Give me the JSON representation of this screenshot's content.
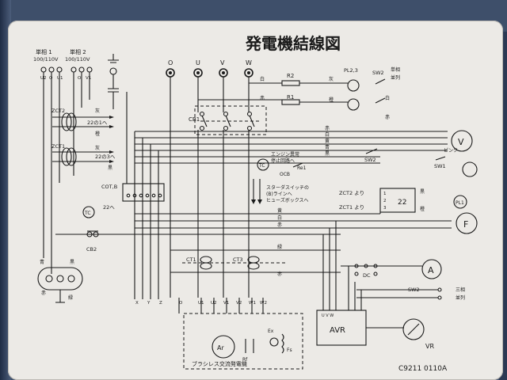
{
  "title": "発電機結線図",
  "code": "C9211 0110A",
  "terminals": {
    "o": "O",
    "u": "U",
    "v": "V",
    "w": "W"
  },
  "supply": {
    "single1": "単相 1",
    "single2": "単相 2",
    "volt1": "100/110V",
    "volt2": "100/110V",
    "u2": "U2",
    "o": "O",
    "u1": "U1",
    "o2": "O",
    "v1": "V1"
  },
  "ct_labels": {
    "zct2": "ZCT2",
    "zct1": "ZCT1",
    "to_22_1": "22の1へ",
    "to_22_3": "22の3へ",
    "cb1": "CB1",
    "cb2": "CB2",
    "ct1": "CT1",
    "ct3": "CT3",
    "cot": "COT,B",
    "to22": "22へ",
    "tc": "TC"
  },
  "wire_colors": {
    "white": "白",
    "red": "赤",
    "black": "黒",
    "gray": "灰",
    "brown": "橙",
    "yellow": "黄",
    "blue": "青",
    "green": "緑"
  },
  "relays": {
    "r1": "R1",
    "r2": "R2",
    "pl": "PL2,3",
    "sw2": "SW2",
    "sw1": "SW1",
    "single_sel": "単相",
    "triple_sel": "三相",
    "sel_text": "並列"
  },
  "engine_text": {
    "line1": "エンジン異常",
    "line2": "停止回路へ",
    "re1": "Re1",
    "oc": "OCB"
  },
  "starter_text": {
    "line1": "スターダスイッチの",
    "line2": "(B)ラインへ",
    "line3": "ヒューズボックスへ"
  },
  "zct_block": {
    "zct2": "ZCT2 より",
    "zct1": "ZCT1 より",
    "t1": "1",
    "t2": "2",
    "t3": "3",
    "relay": "22"
  },
  "meters": {
    "v": "V",
    "f": "F",
    "a": "A",
    "vr": "VR",
    "pl1": "PL1",
    "pink": "ピンク",
    "sw1": "SW1"
  },
  "avr": {
    "label": "AVR",
    "pins": "U V W"
  },
  "bottom_labels": {
    "x": "X",
    "y": "Y",
    "z": "Z",
    "o": "O",
    "u1": "U1",
    "v1": "V1",
    "w1": "W1",
    "u2": "U2",
    "v2": "V2",
    "w2": "W2",
    "ar": "Ar",
    "gen_name": "ブラシレス交流発電機",
    "ex": "Ex",
    "rf": "Rf",
    "fs": "Fs",
    "dc": "DC"
  }
}
